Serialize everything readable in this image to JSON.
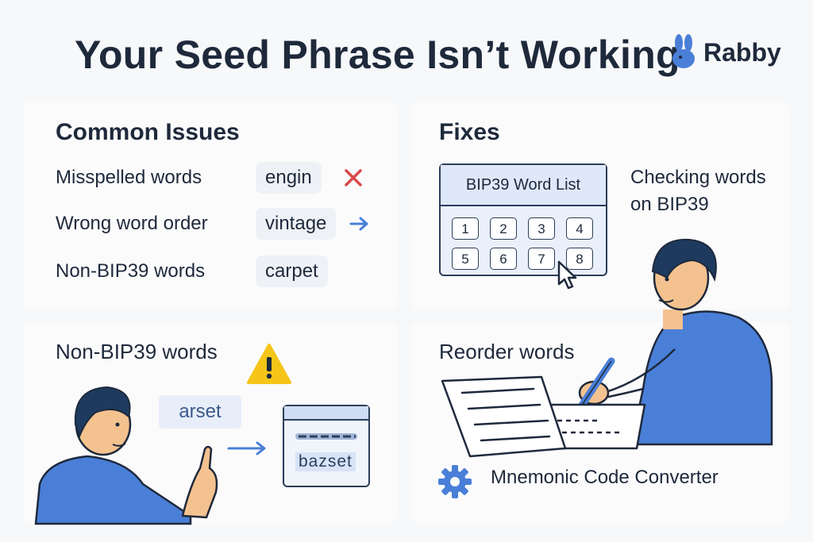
{
  "title": "Your Seed Phrase Isn’t Working",
  "brand": {
    "name": "Rabby",
    "icon": "rabbit-logo"
  },
  "common_issues": {
    "heading": "Common Issues",
    "rows": [
      {
        "label": "Misspelled words",
        "example": "engin",
        "marker": "x-mark-icon"
      },
      {
        "label": "Wrong word order",
        "example": "vintage",
        "marker": "arrow-right-icon"
      },
      {
        "label": "Non-BIP39 words",
        "example": "carpet",
        "marker": ""
      }
    ]
  },
  "fixes": {
    "heading": "Fixes",
    "word_list": {
      "title": "BIP39 Word List",
      "cells": [
        "1",
        "2",
        "3",
        "4",
        "5",
        "6",
        "7",
        "8"
      ]
    },
    "checking_line1": "Checking words",
    "checking_line2": "on BIP39"
  },
  "non_bip39": {
    "heading": "Non-BIP39 words",
    "typed_word": "arset",
    "window_word": "bazset"
  },
  "reorder": {
    "heading": "Reorder words",
    "tool_label": "Mnemonic Code Converter"
  },
  "colors": {
    "accent": "#4a7fd8",
    "dark": "#1e293b",
    "error": "#d94a4a",
    "warning": "#f5c518",
    "skin": "#f4c28f"
  }
}
